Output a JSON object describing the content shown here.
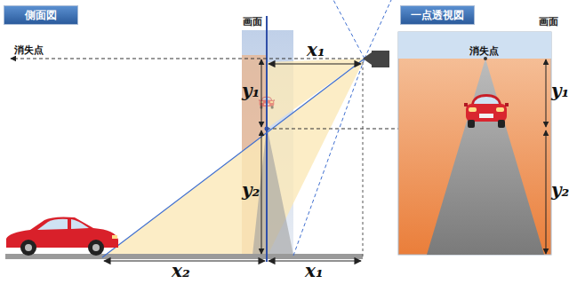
{
  "diagram": {
    "nodes": [
      {
        "text": [
          "側面図"
        ]
      },
      {
        "text": [
          "一点透視図"
        ]
      }
    ],
    "labels": [
      "画面",
      "消失点",
      "x₁",
      "y₁",
      "y₂",
      "x₂",
      "x₁",
      "画面",
      "消失点",
      "y₁",
      "y₂"
    ]
  }
}
